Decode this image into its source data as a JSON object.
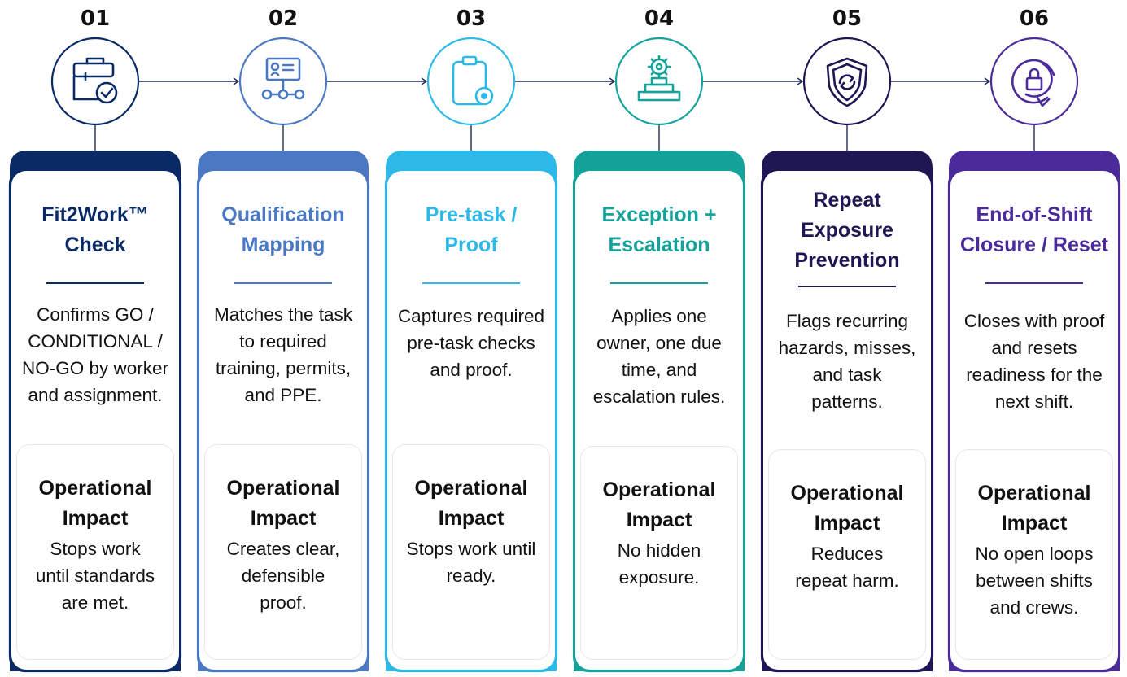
{
  "steps": [
    {
      "number": "01",
      "icon": "toolbox-check-icon",
      "color": "#0a2a66",
      "title_lines": [
        "Fit2Work™",
        "Check"
      ],
      "description_lines": [
        "Confirms GO /",
        "CONDITIONAL /",
        "NO-GO by worker",
        "and assignment."
      ],
      "impact_title_lines": [
        "Operational",
        "Impact"
      ],
      "impact_lines": [
        "Stops work",
        "until standards",
        "are met."
      ]
    },
    {
      "number": "02",
      "icon": "qualification-network-icon",
      "color": "#4a78c2",
      "title_lines": [
        "Qualification",
        "Mapping"
      ],
      "description_lines": [
        "Matches the task",
        "to required",
        "training, permits,",
        "and PPE."
      ],
      "impact_title_lines": [
        "Operational",
        "Impact"
      ],
      "impact_lines": [
        "Creates clear,",
        "defensible",
        "proof."
      ]
    },
    {
      "number": "03",
      "icon": "clipboard-eye-icon",
      "color": "#2cb9e8",
      "title_lines": [
        "Pre-task /",
        "Proof"
      ],
      "description_lines": [
        "Captures required",
        "pre-task checks",
        "and proof."
      ],
      "impact_title_lines": [
        "Operational",
        "Impact"
      ],
      "impact_lines": [
        "Stops work until",
        "ready."
      ]
    },
    {
      "number": "04",
      "icon": "escalation-podium-icon",
      "color": "#14a29a",
      "title_lines": [
        "Exception +",
        "Escalation"
      ],
      "description_lines": [
        "Applies one",
        "owner, one due",
        "time, and",
        "escalation rules."
      ],
      "impact_title_lines": [
        "Operational",
        "Impact"
      ],
      "impact_lines": [
        "No hidden",
        "exposure."
      ]
    },
    {
      "number": "05",
      "icon": "shield-refresh-icon",
      "color": "#1e1754",
      "title_lines": [
        "Repeat",
        "Exposure",
        "Prevention"
      ],
      "description_lines": [
        "Flags recurring",
        "hazards, misses,",
        "and task",
        "patterns."
      ],
      "impact_title_lines": [
        "Operational",
        "Impact"
      ],
      "impact_lines": [
        "Reduces",
        "repeat harm."
      ]
    },
    {
      "number": "06",
      "icon": "lock-reset-icon",
      "color": "#4b2a9a",
      "title_lines": [
        "End-of-Shift",
        "Closure / Reset"
      ],
      "description_lines": [
        "Closes with proof",
        "and resets",
        "readiness for the",
        "next shift."
      ],
      "impact_title_lines": [
        "Operational",
        "Impact"
      ],
      "impact_lines": [
        "No open loops",
        "between shifts",
        "and crews."
      ]
    }
  ]
}
